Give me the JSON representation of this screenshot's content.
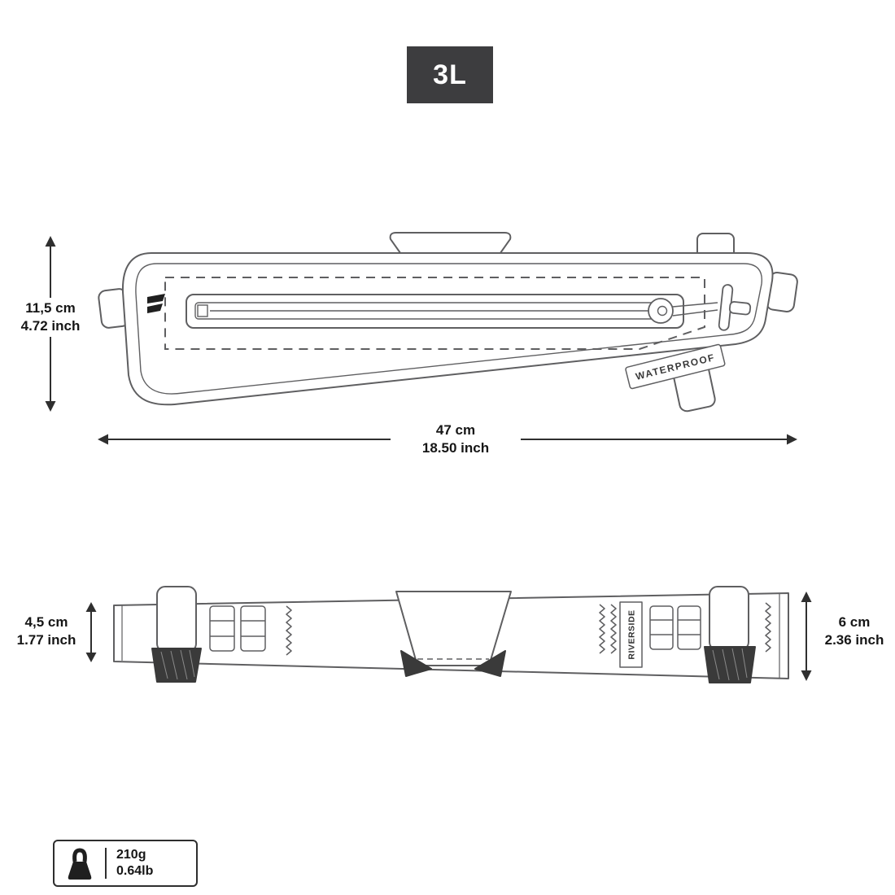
{
  "badge": {
    "capacity_label": "3L"
  },
  "side_view": {
    "height_dimension": {
      "metric": "11,5 cm",
      "imperial": "4.72 inch"
    },
    "length_dimension": {
      "metric": "47 cm",
      "imperial": "18.50 inch"
    },
    "waterproof_label": "WATERPROOF"
  },
  "bottom_view": {
    "left_width_dimension": {
      "metric": "4,5 cm",
      "imperial": "1.77 inch"
    },
    "right_width_dimension": {
      "metric": "6 cm",
      "imperial": "2.36 inch"
    },
    "brand_label": "RIVERSIDE"
  },
  "weight_spec": {
    "metric": "210g",
    "imperial": "0.64lb"
  },
  "colors": {
    "badge_bg": "#3d3d3f",
    "outline": "#5f5f61",
    "arrow": "#2f2f2f",
    "dark_fill": "#3a3a3a",
    "text": "#161616"
  }
}
